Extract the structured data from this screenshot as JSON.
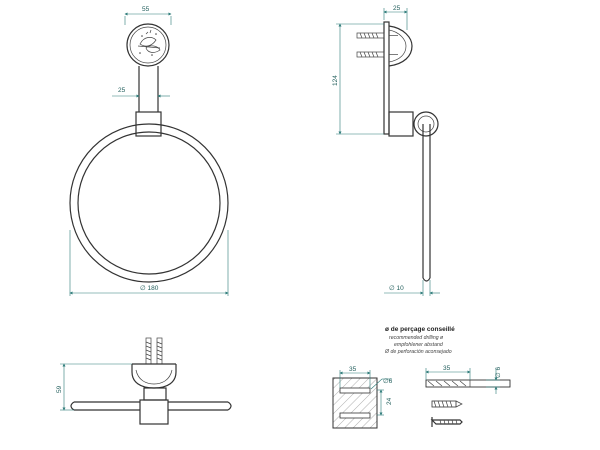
{
  "dimensions": {
    "front_top_width": "55",
    "front_stem_width": "25",
    "front_ring_diameter": "∅ 180",
    "side_depth": "25",
    "side_height": "124",
    "side_bar_diameter": "∅ 10",
    "bottom_height": "59",
    "hole_width": "35",
    "hole_diameter": "∅6",
    "hole_depth": "24",
    "drill_length": "35",
    "drill_diameter": "∅ 6"
  },
  "drilling_note": {
    "title": "ø de perçage conseillé",
    "line_en": "recommended drilling ø",
    "line_de": "empfohlener abstand",
    "line_es": "Ø de perforación aconsejado"
  },
  "colors": {
    "line": "#333333",
    "dimension": "#2b7a78",
    "background": "#ffffff"
  }
}
